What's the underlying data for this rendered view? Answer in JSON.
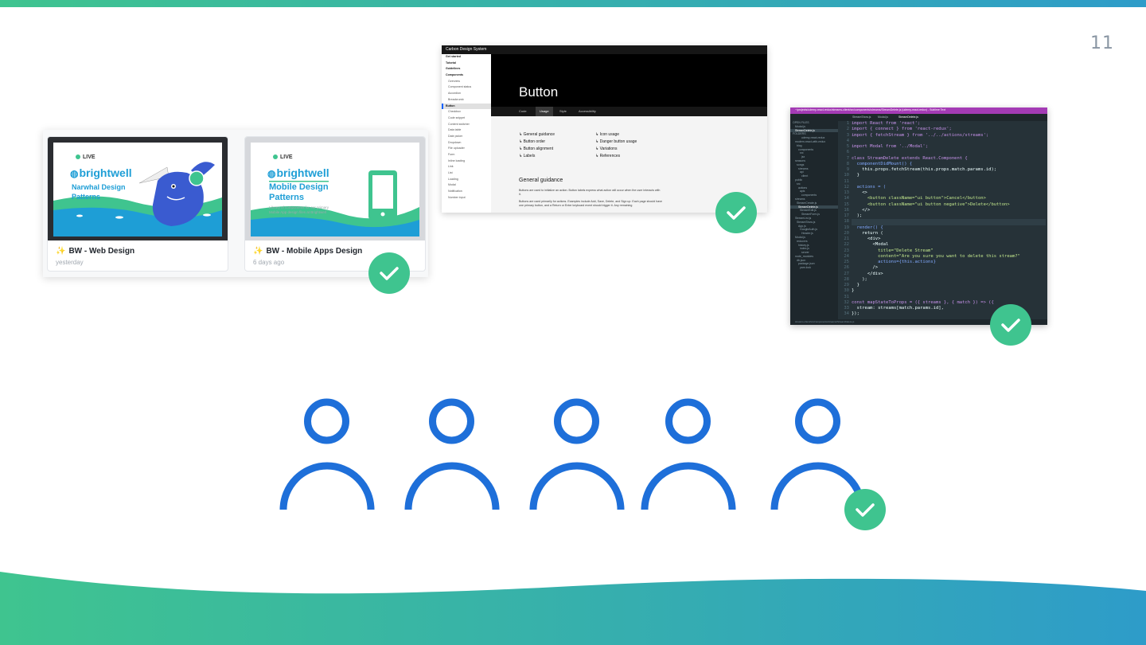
{
  "slide": {
    "number": "11"
  },
  "colors": {
    "brand_green": "#3fc48f",
    "brand_blue": "#1e6fd9",
    "wave_left": "#3fc48f",
    "wave_right": "#2e9cc9"
  },
  "cards_panel": {
    "cards": [
      {
        "live": "LIVE",
        "brand": "brightwell",
        "title": "Narwhal Design Patterns",
        "description": "",
        "name": "BW - Web Design",
        "date": "yesterday",
        "illustration": "narwhal"
      },
      {
        "live": "LIVE",
        "brand": "brightwell",
        "title": "Mobile Design Patterns",
        "description": "Library of components for our primary Mobile App design files at Brightwell",
        "name": "BW - Mobile Apps Design",
        "date": "6 days ago",
        "illustration": "phone-icon"
      }
    ]
  },
  "carbon_doc": {
    "header": "Carbon Design System",
    "sidebar": [
      "Get started",
      "Tutorial",
      "Guidelines",
      "Components",
      "Overview",
      "Component status",
      "Accordion",
      "Breadcrumb",
      "Button",
      "Checkbox",
      "Code snippet",
      "Content switcher",
      "Data table",
      "Date picker",
      "Dropdown",
      "File uploader",
      "Form",
      "Inline loading",
      "Link",
      "List",
      "Loading",
      "Modal",
      "Notification",
      "Number input"
    ],
    "page_title": "Button",
    "tabs": [
      "Code",
      "Usage",
      "Style",
      "Accessibility"
    ],
    "links_left": [
      "↳ General guidance",
      "↳ Button order",
      "↳ Button alignment",
      "↳ Labels"
    ],
    "links_right": [
      "↳ Icon usage",
      "↳ Danger button usage",
      "↳ Variations",
      "↳ References"
    ],
    "section_title": "General guidance",
    "para1": "Buttons are used to initialize an action. Button labels express what action will occur when the user interacts with it.",
    "para2": "Buttons are used primarily for actions. Examples include Add, Save, Delete, and Sign up. Each page should have one primary button, and a Return or Enter keyboard event should trigger it. Any remaining"
  },
  "editor": {
    "title": "~/projects/udemy-react-redux/streams-client/src/components/streams/StreamDelete.js (udemy-react-redux) - Sublime Text",
    "tabs": [
      "StreamShow.js",
      "Modal.js",
      "StreamDelete.js"
    ],
    "tree": [
      "OPEN FILES",
      "Modal.js",
      "StreamDelete.js",
      "FOLDERS",
      "udemy-react-redux",
      "modern-react-with-redux",
      "blog",
      "components",
      "src",
      "jsx",
      "seasons",
      "songs",
      "streams",
      "api",
      "client",
      "public",
      "src",
      "actions",
      "apis",
      "components",
      "streams",
      "StreamCreate.js",
      "StreamDelete.js",
      "StreamEdit.js",
      "StreamForm.js",
      "StreamList.js",
      "StreamShow.js",
      "App.js",
      "GoogleAuth.js",
      "Header.js",
      "Modal.js",
      "reducers",
      "history.js",
      "index.js",
      "server",
      "node_modules",
      "db.json",
      "package.json",
      "yarn.lock"
    ],
    "lines": [
      "import React from 'react';",
      "import { connect } from 'react-redux';",
      "import { fetchStream } from '../../actions/streams';",
      "",
      "import Modal from '../Modal';",
      "",
      "class StreamDelete extends React.Component {",
      "  componentDidMount() {",
      "    this.props.fetchStream(this.props.match.params.id);",
      "  }",
      "",
      "  actions = (",
      "    <>",
      "      <button className=\"ui button\">Cancel</button>",
      "      <button className=\"ui button negative\">Delete</button>",
      "    </>",
      "  );",
      "",
      "  render() {",
      "    return (",
      "      <div>",
      "        <Modal",
      "          title=\"Delete Stream\"",
      "          content=\"Are you sure you want to delete this stream?\"",
      "          actions={this.actions}",
      "        />",
      "      </div>",
      "    );",
      "  }",
      "}",
      "",
      "const mapStateToProps = ({ streams }, { match }) => ({",
      "  stream: streams[match.params.id],",
      "});"
    ],
    "status": "streams-client/src/components/streams/StreamDelete.js"
  },
  "icons": [
    "check-icon",
    "person-icon"
  ]
}
